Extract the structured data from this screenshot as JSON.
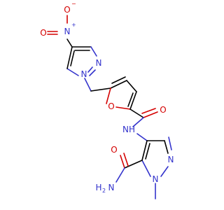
{
  "colors": {
    "carbon": "#000000",
    "nitrogen": "#3333cc",
    "oxygen": "#d40000",
    "background": "#ffffff"
  },
  "atoms": {
    "nitro_n": {
      "text": "N",
      "charge": "+"
    },
    "nitro_o_top": {
      "text": "O",
      "charge": "−"
    },
    "nitro_o_left": {
      "text": "O"
    },
    "pyrazole1_n2": {
      "text": "N"
    },
    "pyrazole1_n1": {
      "text": "N"
    },
    "furan_o": {
      "text": "O"
    },
    "carbonyl_o": {
      "text": "O"
    },
    "amide_nh": {
      "text": "NH"
    },
    "pyrazole2_n2": {
      "text": "N"
    },
    "pyrazole2_n1": {
      "text": "N"
    },
    "amide_o": {
      "text": "O"
    },
    "amine_nh2": {
      "text": "H",
      "sub": "2",
      "tail": "N"
    }
  }
}
